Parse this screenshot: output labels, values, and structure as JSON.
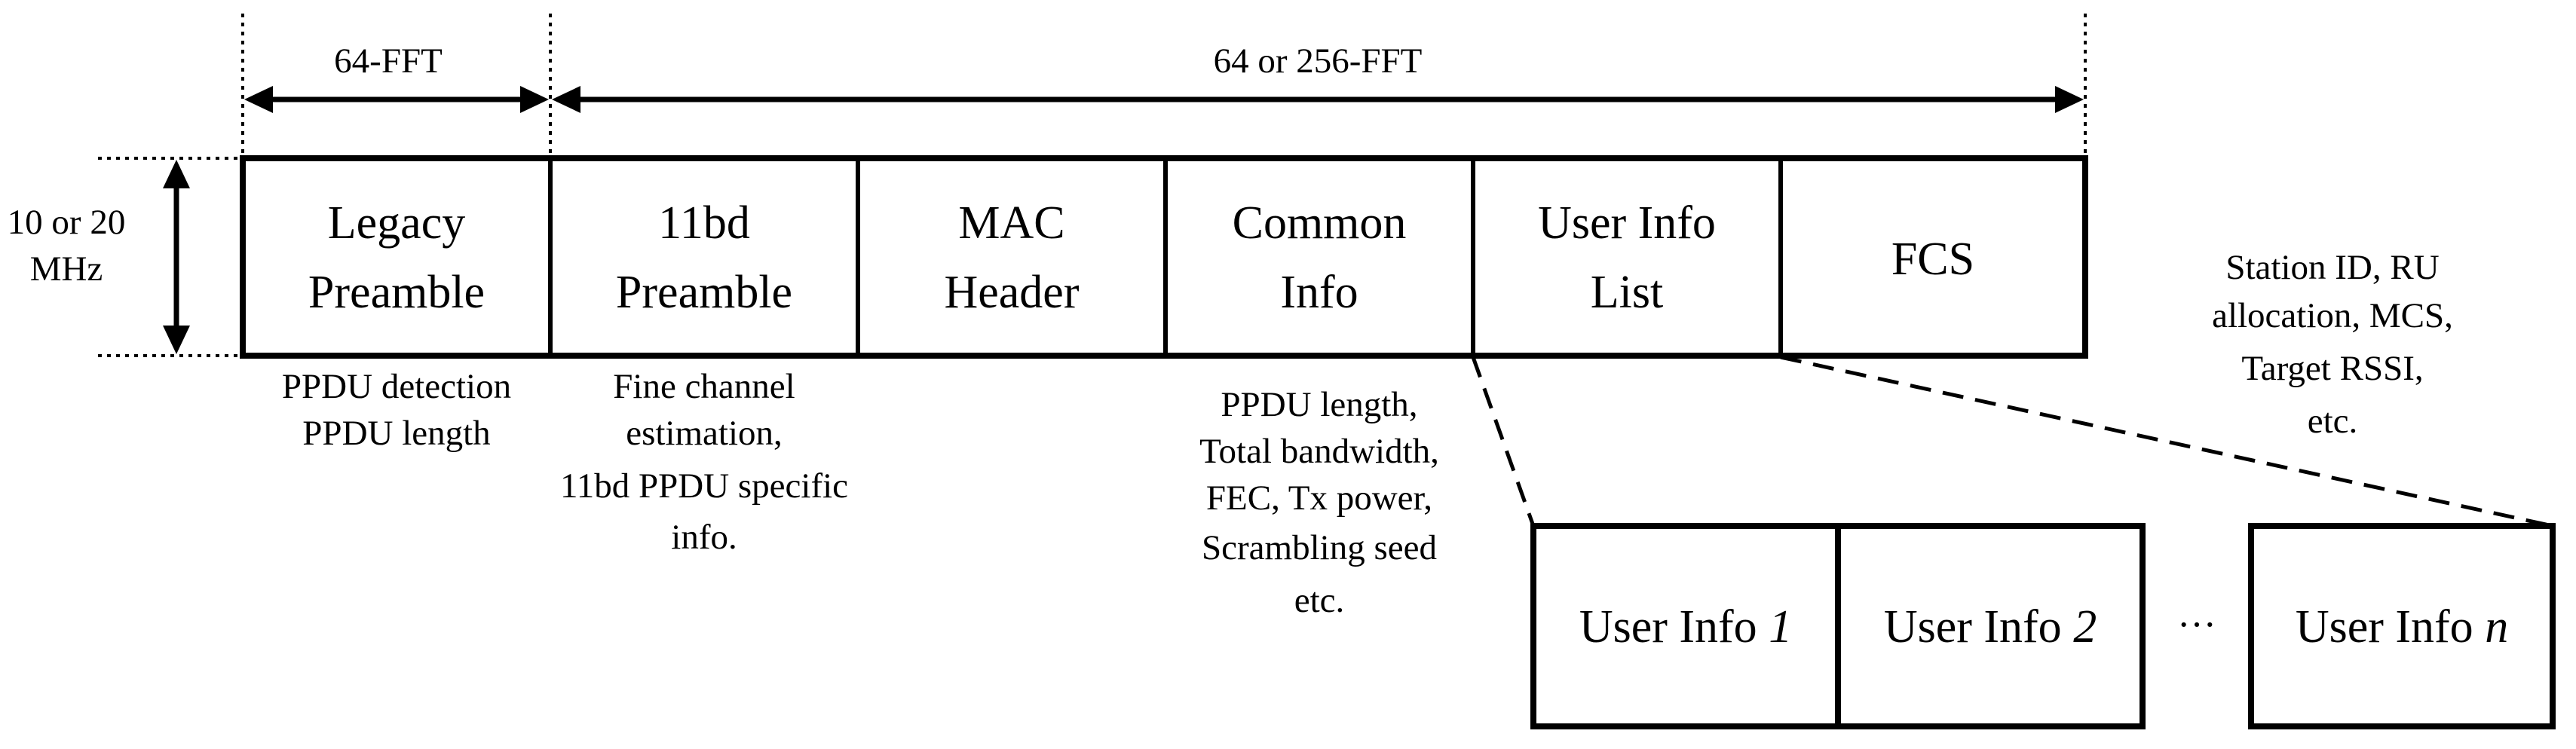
{
  "dimensions": {
    "left_label": "64-FFT",
    "right_label": "64 or 256-FFT",
    "bandwidth_label_line1": "10 or 20",
    "bandwidth_label_line2": "MHz"
  },
  "fields": [
    {
      "line1": "Legacy",
      "line2": "Preamble"
    },
    {
      "line1": "11bd",
      "line2": "Preamble"
    },
    {
      "line1": "MAC",
      "line2": "Header"
    },
    {
      "line1": "Common",
      "line2": "Info"
    },
    {
      "line1": "User Info",
      "line2": "List"
    },
    {
      "line1": "FCS",
      "line2": ""
    }
  ],
  "notes": {
    "legacy": [
      "PPDU detection",
      "PPDU length"
    ],
    "preamble_11bd": [
      "Fine channel",
      "estimation,",
      "11bd PPDU specific",
      "info."
    ],
    "common_info": [
      "PPDU length,",
      "Total bandwidth,",
      "FEC, Tx power,",
      "Scrambling seed",
      "etc."
    ],
    "user_info": [
      "Station ID, RU",
      "allocation, MCS,",
      "Target RSSI,",
      "etc."
    ]
  },
  "user_info_boxes": [
    {
      "prefix": "User Info ",
      "index": "1"
    },
    {
      "prefix": "User Info ",
      "index": "2"
    },
    {
      "prefix": "User Info ",
      "index": "n"
    }
  ],
  "ellipsis": "···"
}
